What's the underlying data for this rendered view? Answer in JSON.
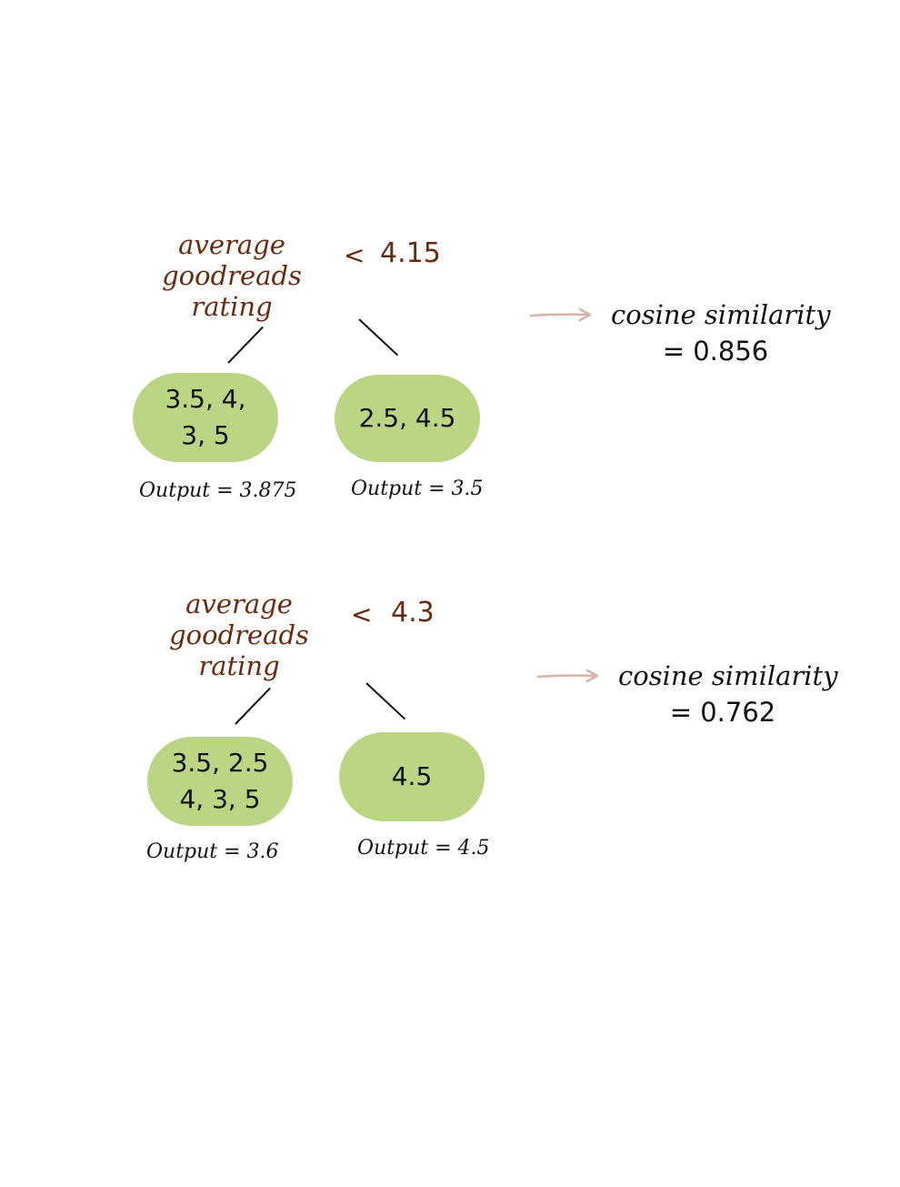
{
  "colors": {
    "condition_text": "#6b2a10",
    "leaf_fill": "#bcd584",
    "arrow": "#d7b2a6",
    "ink": "#111111"
  },
  "trees": [
    {
      "condition": {
        "feature": "average goodreads\nrating",
        "operator": "<",
        "threshold": "4.15"
      },
      "leaves": [
        {
          "values": "3.5, 4,\n3, 5",
          "output": "Output = 3.875"
        },
        {
          "values": "2.5, 4.5",
          "output": "Output = 3.5"
        }
      ],
      "result": {
        "label": "cosine similarity",
        "value": "= 0.856"
      }
    },
    {
      "condition": {
        "feature": "average goodreads\nrating",
        "operator": "<",
        "threshold": "4.3"
      },
      "leaves": [
        {
          "values": "3.5, 2.5\n4, 3, 5",
          "output": "Output = 3.6"
        },
        {
          "values": "4.5",
          "output": "Output = 4.5"
        }
      ],
      "result": {
        "label": "cosine similarity",
        "value": "= 0.762"
      }
    }
  ]
}
